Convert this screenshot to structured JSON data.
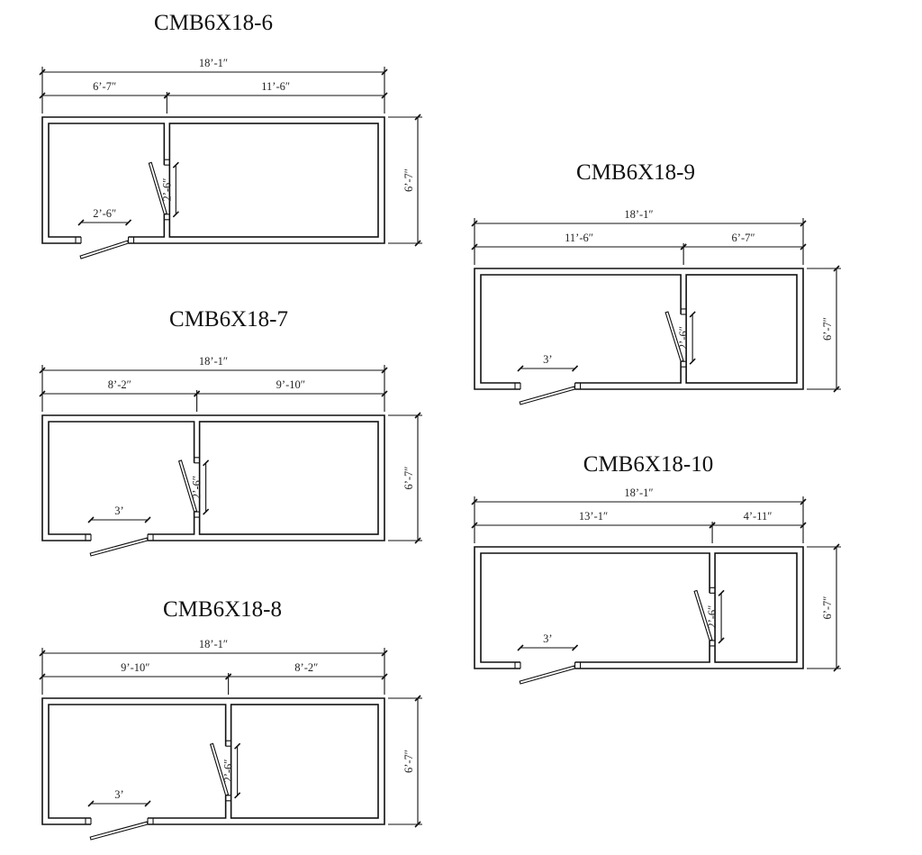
{
  "plans": [
    {
      "title": "CMB6X18-6",
      "total": "18’-1″",
      "left": "6’-7″",
      "right": "11’-6″",
      "height": "6’-7″",
      "front_door": "2’-6″",
      "interior_door": "2’-6″"
    },
    {
      "title": "CMB6X18-7",
      "total": "18’-1″",
      "left": "8’-2″",
      "right": "9’-10″",
      "height": "6’-7″",
      "front_door": "3’",
      "interior_door": "2’-6″"
    },
    {
      "title": "CMB6X18-8",
      "total": "18’-1″",
      "left": "9’-10″",
      "right": "8’-2″",
      "height": "6’-7″",
      "front_door": "3’",
      "interior_door": "2’-6″"
    },
    {
      "title": "CMB6X18-9",
      "total": "18’-1″",
      "left": "11’-6″",
      "right": "6’-7″",
      "height": "6’-7″",
      "front_door": "3’",
      "interior_door": "2’-6″"
    },
    {
      "title": "CMB6X18-10",
      "total": "18’-1″",
      "left": "13’-1″",
      "right": "4’-11″",
      "height": "6’-7″",
      "front_door": "3’",
      "interior_door": "2’-6″"
    }
  ]
}
